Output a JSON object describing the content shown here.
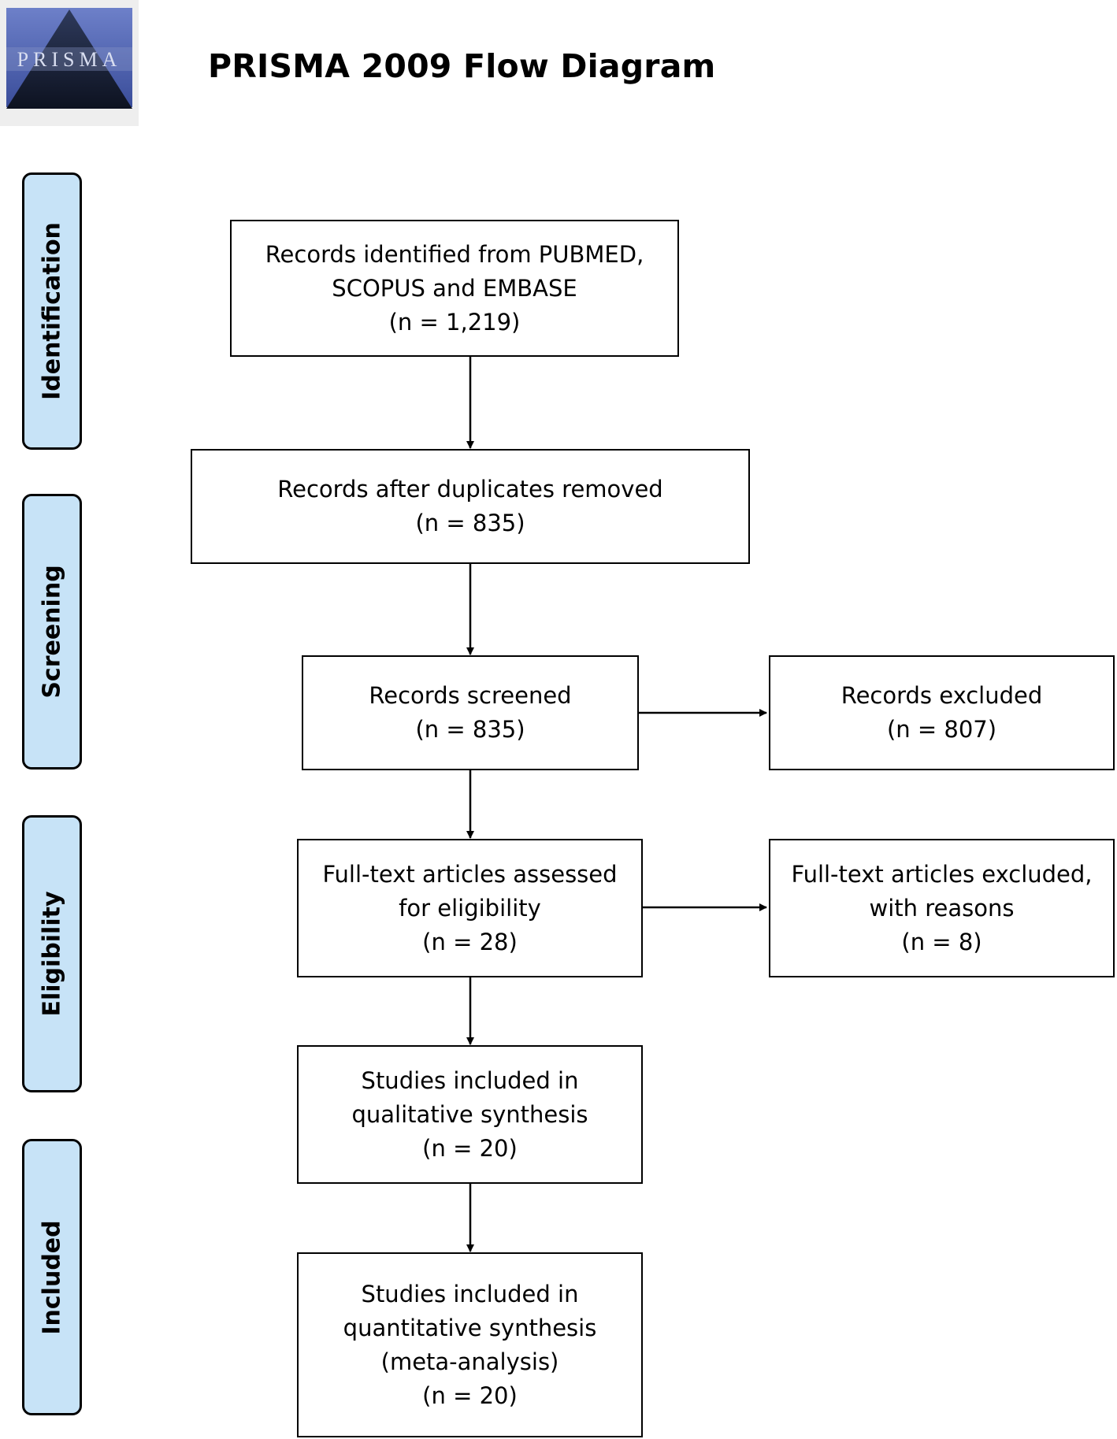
{
  "header": {
    "logo_text": "PRISMA",
    "title": "PRISMA 2009 Flow Diagram"
  },
  "phases": {
    "identification": "Identification",
    "screening": "Screening",
    "eligibility": "Eligibility",
    "included": "Included"
  },
  "boxes": {
    "identified": {
      "line1": "Records identified from PUBMED,",
      "line2": "SCOPUS and EMBASE",
      "count": "(n = 1,219)"
    },
    "after_duplicates": {
      "line1": "Records after duplicates removed",
      "count": "(n = 835)"
    },
    "screened": {
      "line1": "Records screened",
      "count": "(n = 835)"
    },
    "excluded": {
      "line1": "Records excluded",
      "count": "(n = 807)"
    },
    "fulltext_assessed": {
      "line1": "Full-text articles assessed",
      "line2": "for eligibility",
      "count": "(n = 28)"
    },
    "fulltext_excluded": {
      "line1": "Full-text articles excluded,",
      "line2": "with reasons",
      "count": "(n = 8)"
    },
    "qualitative": {
      "line1": "Studies included in",
      "line2": "qualitative synthesis",
      "count": "(n = 20)"
    },
    "quantitative": {
      "line1": "Studies included in",
      "line2": "quantitative synthesis",
      "line3": "(meta-analysis)",
      "count": "(n = 20)"
    }
  },
  "colors": {
    "phase_fill": "#c7e3f7",
    "logo_blue": "#4b5fae",
    "logo_dark": "#1b2336"
  }
}
